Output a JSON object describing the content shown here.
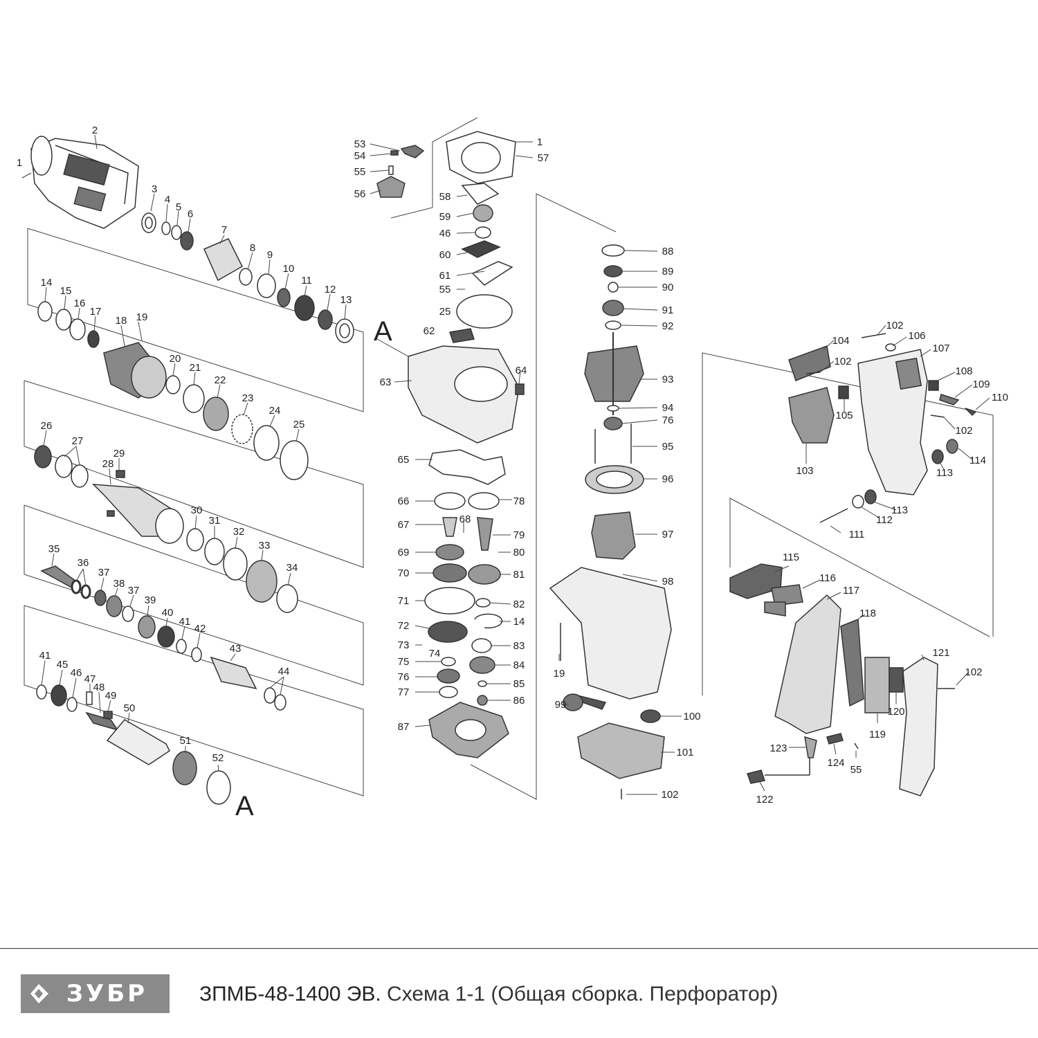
{
  "labels": {
    "l1a": "1",
    "l2": "2",
    "l3": "3",
    "l4": "4",
    "l5": "5",
    "l6": "6",
    "l7": "7",
    "l8": "8",
    "l9": "9",
    "l10": "10",
    "l11": "11",
    "l12": "12",
    "l13": "13",
    "l14a": "14",
    "l15": "15",
    "l16": "16",
    "l17": "17",
    "l18": "18",
    "l19a": "19",
    "l20": "20",
    "l21": "21",
    "l22": "22",
    "l23": "23",
    "l24": "24",
    "l25a": "25",
    "l26": "26",
    "l27": "27",
    "l28": "28",
    "l29": "29",
    "l30": "30",
    "l31": "31",
    "l32": "32",
    "l33": "33",
    "l34": "34",
    "l35": "35",
    "l36": "36",
    "l37a": "37",
    "l38": "38",
    "l37b": "37",
    "l39": "39",
    "l40": "40",
    "l41a": "41",
    "l42": "42",
    "l43": "43",
    "l44": "44",
    "l41b": "41",
    "l45": "45",
    "l46": "46",
    "l47": "47",
    "l48": "48",
    "l49": "49",
    "l50": "50",
    "l51": "51",
    "l52": "52",
    "l53": "53",
    "l54": "54",
    "l55a": "55",
    "l56": "56",
    "l1b": "1",
    "l57": "57",
    "l58": "58",
    "l59": "59",
    "l46b": "46",
    "l60": "60",
    "l61": "61",
    "l55b": "55",
    "l25b": "25",
    "l62": "62",
    "l63": "63",
    "l64": "64",
    "l65": "65",
    "l66": "66",
    "l78": "78",
    "l67": "67",
    "l68": "68",
    "l79": "79",
    "l69": "69",
    "l80": "80",
    "l70": "70",
    "l81": "81",
    "l71": "71",
    "l82": "82",
    "l14b": "14",
    "l72": "72",
    "l73": "73",
    "l74": "74",
    "l83": "83",
    "l75": "75",
    "l84": "84",
    "l76a": "76",
    "l85": "85",
    "l77": "77",
    "l86": "86",
    "l87": "87",
    "l88": "88",
    "l89": "89",
    "l90": "90",
    "l91": "91",
    "l92": "92",
    "l93": "93",
    "l94": "94",
    "l76b": "76",
    "l95": "95",
    "l96": "96",
    "l97": "97",
    "l98": "98",
    "l19b": "19",
    "l99": "99",
    "l100": "100",
    "l101": "101",
    "l102a": "102",
    "l102b": "102",
    "l104": "104",
    "l106": "106",
    "l102c": "102",
    "l107": "107",
    "l108": "108",
    "l109": "109",
    "l110": "110",
    "l105": "105",
    "l102d": "102",
    "l103": "103",
    "l114": "114",
    "l113a": "113",
    "l113b": "113",
    "l112": "112",
    "l111": "111",
    "l115": "115",
    "l116": "116",
    "l117": "117",
    "l118": "118",
    "l121": "121",
    "l102e": "102",
    "l120": "120",
    "l119": "119",
    "l123": "123",
    "l124": "124",
    "l55c": "55",
    "l122": "122",
    "markA1": "A",
    "markA2": "A"
  },
  "footer": {
    "logo_text": "ЗУБР",
    "model": "ЗПМБ-48-1400 ЭВ.",
    "description": " Схема 1-1 (Общая сборка. Перфоратор)"
  },
  "colors": {
    "line": "#333333",
    "logo_bg": "#8a8a8a"
  }
}
